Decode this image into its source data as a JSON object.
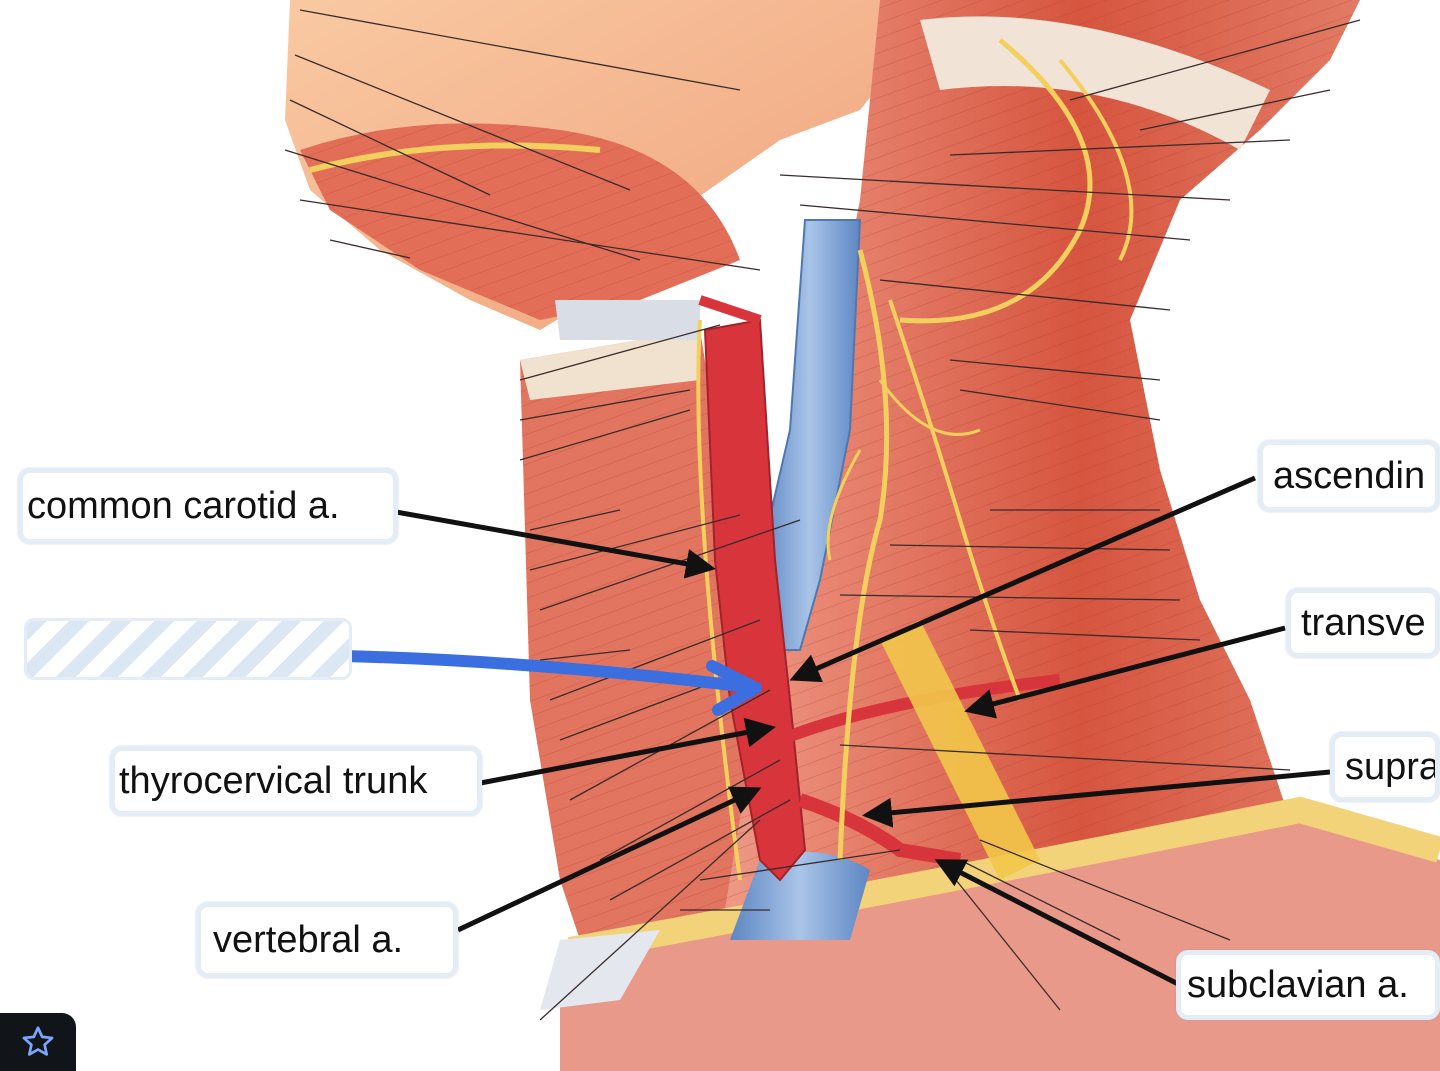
{
  "labels": {
    "common_carotid": "common carotid a.",
    "thyrocervical_trunk": "thyrocervical trunk",
    "vertebral": "vertebral a.",
    "ascending": "ascendin",
    "transverse": "transve",
    "supra": "supra",
    "subclavian": "subclavian a."
  },
  "hidden_label": {
    "state": "hidden"
  },
  "colors": {
    "muscle": "#d9604a",
    "artery": "#d8343b",
    "vein": "#7fa6d6",
    "nerve": "#f2c64a",
    "skin": "#f6b98f",
    "highlight_arrow": "#3b6fe0",
    "pointer": "#111111"
  },
  "toolbar": {
    "star_icon": "star-icon"
  }
}
